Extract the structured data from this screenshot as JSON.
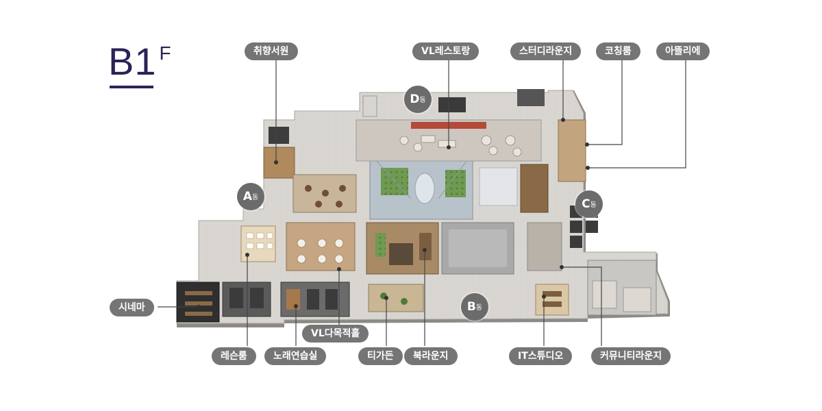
{
  "floor": {
    "name": "B1",
    "suffix": "F"
  },
  "labels": {
    "chwihyang": "취향서원",
    "vl_restaurant": "VL레스토랑",
    "study_lounge": "스터디라운지",
    "coaching_room": "코칭룸",
    "atelier": "아뜰리에",
    "cinema": "시네마",
    "vl_hall": "VL다목적홀",
    "lesson_room": "레슨룸",
    "karaoke": "노래연습실",
    "tea_garden": "티가든",
    "book_lounge": "북라운지",
    "it_studio": "IT스튜디오",
    "community_lounge": "커뮤니티라운지"
  },
  "buildings": {
    "a": {
      "letter": "A",
      "suffix": "동"
    },
    "b": {
      "letter": "B",
      "suffix": "동"
    },
    "c": {
      "letter": "C",
      "suffix": "동"
    },
    "d": {
      "letter": "D",
      "suffix": "동"
    }
  },
  "colors": {
    "title": "#2a2356",
    "pill": "#757575",
    "badge": "#6b6b6b",
    "leader_line": "#444444",
    "floor_slab": "#d2cfca",
    "wall": "#9a9a9a",
    "dark_block": "#3a3a3a",
    "wood": "#b08a5c",
    "atrium_glass": "#aeb9c4",
    "greenery": "#5e8a46"
  }
}
